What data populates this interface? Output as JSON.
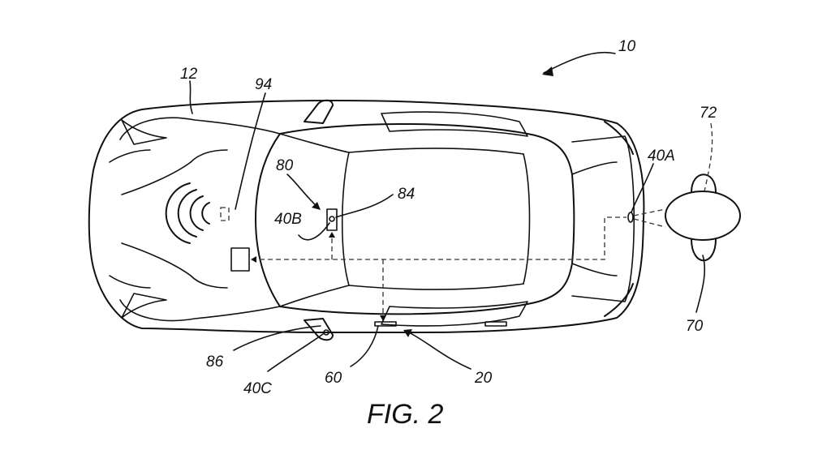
{
  "figure": {
    "caption": "FIG. 2"
  },
  "reference_numerals": {
    "system": "10",
    "vehicle": "12",
    "controller": "94",
    "module_80": "80",
    "camera_40b": "40B",
    "device_84": "84",
    "camera_40a": "40A",
    "user_72": "72",
    "device_70": "70",
    "mirror_86": "86",
    "camera_40c": "40C",
    "sensor_60": "60",
    "assembly_20": "20"
  }
}
